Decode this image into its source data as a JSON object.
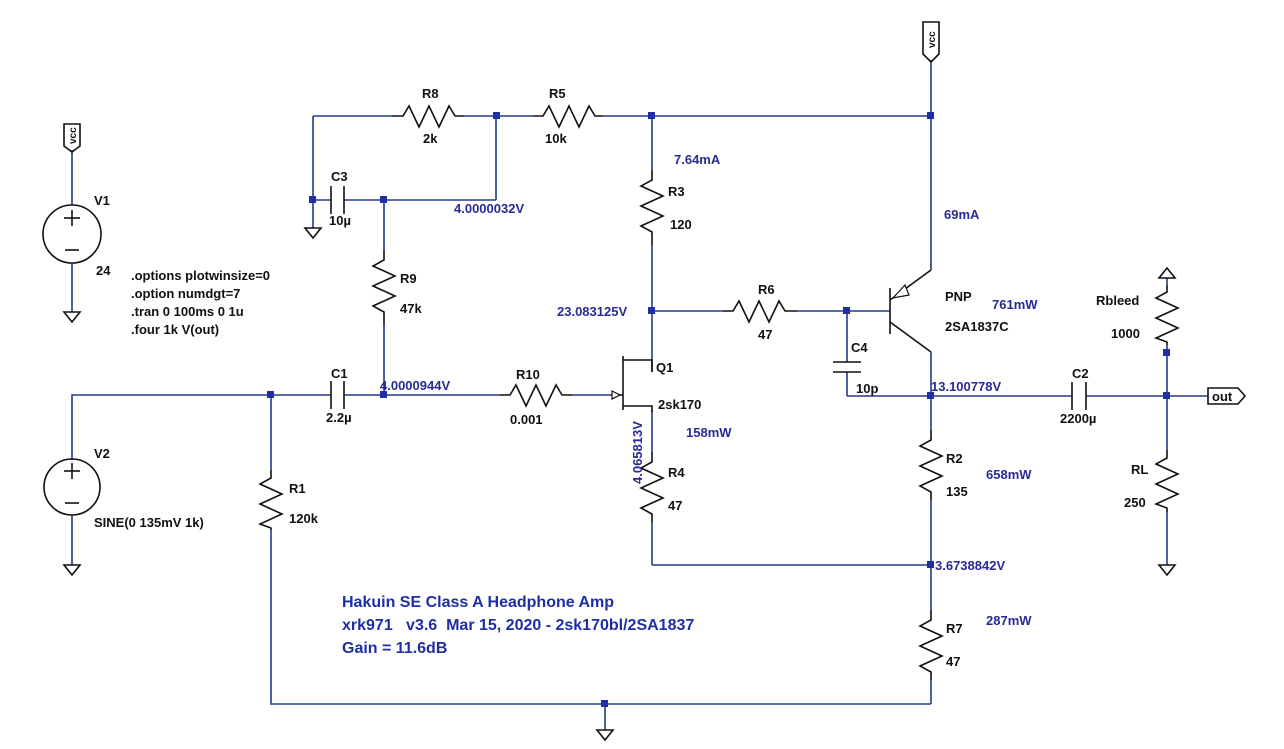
{
  "components": {
    "V1": {
      "name": "V1",
      "value": "24"
    },
    "V2": {
      "name": "V2",
      "value": "SINE(0 135mV 1k)"
    },
    "R1": {
      "name": "R1",
      "value": "120k"
    },
    "R2": {
      "name": "R2",
      "value": "135"
    },
    "R3": {
      "name": "R3",
      "value": "120"
    },
    "R4": {
      "name": "R4",
      "value": "47"
    },
    "R5": {
      "name": "R5",
      "value": "10k"
    },
    "R6": {
      "name": "R6",
      "value": "47"
    },
    "R7": {
      "name": "R7",
      "value": "47"
    },
    "R8": {
      "name": "R8",
      "value": "2k"
    },
    "R9": {
      "name": "R9",
      "value": "47k"
    },
    "R10": {
      "name": "R10",
      "value": "0.001"
    },
    "RL": {
      "name": "RL",
      "value": "250"
    },
    "Rbleed": {
      "name": "Rbleed",
      "value": "1000"
    },
    "C1": {
      "name": "C1",
      "value": "2.2µ"
    },
    "C2": {
      "name": "C2",
      "value": "2200µ"
    },
    "C3": {
      "name": "C3",
      "value": "10µ"
    },
    "C4": {
      "name": "C4",
      "value": "10p"
    },
    "Q1": {
      "name": "Q1",
      "model": "2sk170"
    },
    "Q2": {
      "type": "PNP",
      "model": "2SA1837C"
    }
  },
  "flags": {
    "vcc": "vcc",
    "out": "out"
  },
  "directives": [
    ".options plotwinsize=0",
    ".option numdgt=7",
    ".tran 0 100ms 0 1u",
    ".four 1k V(out)"
  ],
  "measurements": {
    "v_c3_node": "4.0000032V",
    "v_gate_bias": "4.0000944V",
    "v_drain": "23.083125V",
    "v_source": "4.065813V",
    "v_output": "13.100778V",
    "v_r7_top": "3.6738842V",
    "i_r3": "7.64mA",
    "i_q2": "69mA",
    "p_q2": "761mW",
    "p_q1": "158mW",
    "p_r2": "658mW",
    "p_r7": "287mW"
  },
  "title_block": {
    "line1": "Hakuin SE Class A Headphone Amp",
    "line2": "xrk971   v3.6  Mar 15, 2020 - 2sk170bl/2SA1837",
    "line3": "Gain = 11.6dB"
  },
  "colors": {
    "wire": "#243a8c",
    "measurement": "#2a2a96",
    "title": "#1e2fa6",
    "junction": "#1f2fa8"
  }
}
